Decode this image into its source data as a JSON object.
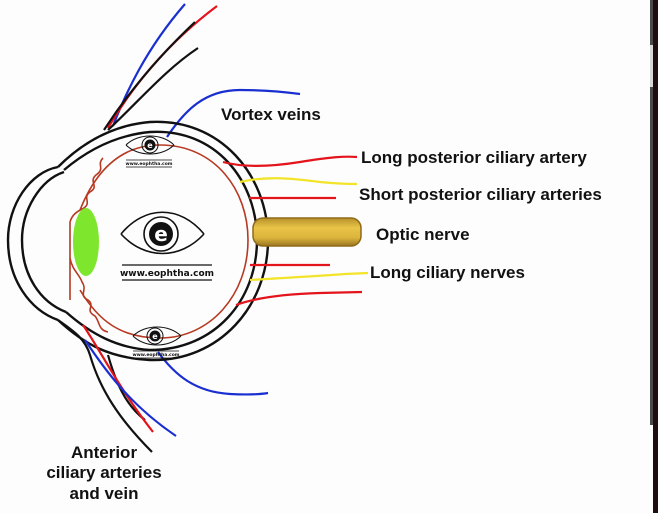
{
  "labels": {
    "vortex_veins": "Vortex veins",
    "long_posterior_ciliary_artery": "Long posterior ciliary artery",
    "short_posterior_ciliary_arteries": "Short posterior ciliary arteries",
    "optic_nerve": "Optic nerve",
    "long_ciliary_nerves": "Long ciliary nerves",
    "anterior_line1": "Anterior",
    "anterior_line2": "ciliary arteries",
    "anterior_line3": "and vein"
  },
  "watermark": {
    "letter": "e",
    "url": "www.eophtha.com"
  },
  "colors": {
    "artery": "#e3141b",
    "vein": "#1a2fd0",
    "nerve": "#f2e42a",
    "choroid": "#b63a22",
    "lens": "#7fe62e",
    "optic_nerve_fill": "#d9b33a",
    "outline": "#111111"
  }
}
